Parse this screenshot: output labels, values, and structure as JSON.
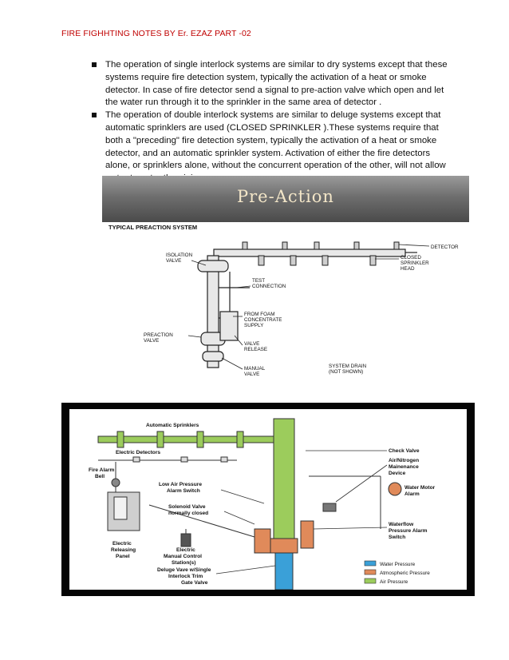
{
  "header": {
    "title": "FIRE FIGHHTING NOTES BY Er. EZAZ PART -02"
  },
  "bullets": [
    "The operation of single interlock systems are similar to dry systems except that these systems require fire detection system, typically the activation of a heat or smoke detector. In case of fire detector send a signal to pre-action valve  which open and let the water run through it to the sprinkler in the same area of detector .",
    "The operation of double interlock systems are similar to deluge systems except that automatic sprinklers are used (CLOSED SPRINKLER ).These systems require that both a \"preceding\" fire detection system, typically the activation of a heat or smoke detector, and an automatic sprinkler system. Activation of either the fire detectors alone, or sprinklers alone, without the concurrent operation of the other, will not allow water to enter the piping."
  ],
  "figure1": {
    "banner": "Pre-Action",
    "title": "TYPICAL PREACTION SYSTEM",
    "labels": {
      "detector": "DETECTOR",
      "isolation1": "ISOLATION",
      "isolation2": "VALVE",
      "closed1": "CLOSED",
      "closed2": "SPRINKLER",
      "closed3": "HEAD",
      "test1": "TEST",
      "test2": "CONNECTION",
      "foam1": "FROM FOAM",
      "foam2": "CONCENTRATE",
      "foam3": "SUPPLY",
      "preaction1": "PREACTION",
      "preaction2": "VALVE",
      "release1": "VALVE",
      "release2": "RELEASE",
      "manual1": "MANUAL",
      "manual2": "VALVE",
      "drain1": "SYSTEM DRAIN",
      "drain2": "(NOT SHOWN)"
    }
  },
  "figure2": {
    "labels": {
      "sprinklers": "Automatic Sprinklers",
      "detectors": "Electric Detectors",
      "bell1": "Fire Alarm",
      "bell2": "Bell",
      "lowair1": "Low Air Pressure",
      "lowair2": "Alarm Switch",
      "solenoid1": "Solenoid Valve",
      "solenoid2": "normally closed",
      "panel1": "Electric",
      "panel2": "Releasing",
      "panel3": "Panel",
      "manual1": "Electric",
      "manual2": "Manual Control",
      "manual3": "Station(s)",
      "deluge1": "Deluge Vave w/Single",
      "deluge2": "Interlock Trim",
      "gate": "Gate Valve",
      "check": "Check Valve",
      "airn1": "Air/Nitrogen",
      "airn2": "Mainenance",
      "airn3": "Device",
      "motor1": "Water Motor",
      "motor2": "Alarm",
      "flow1": "Waterflow",
      "flow2": "Pressure Alarm",
      "flow3": "Switch"
    },
    "legend": [
      {
        "label": "Water Pressure",
        "color": "#3aa0d8"
      },
      {
        "label": "Atmospheric Pressure",
        "color": "#e08a5a"
      },
      {
        "label": "Air Pressure",
        "color": "#9ccc5c"
      }
    ]
  },
  "colors": {
    "header": "#c00000",
    "water": "#3aa0d8",
    "atmospheric": "#e08a5a",
    "air": "#9ccc5c"
  }
}
